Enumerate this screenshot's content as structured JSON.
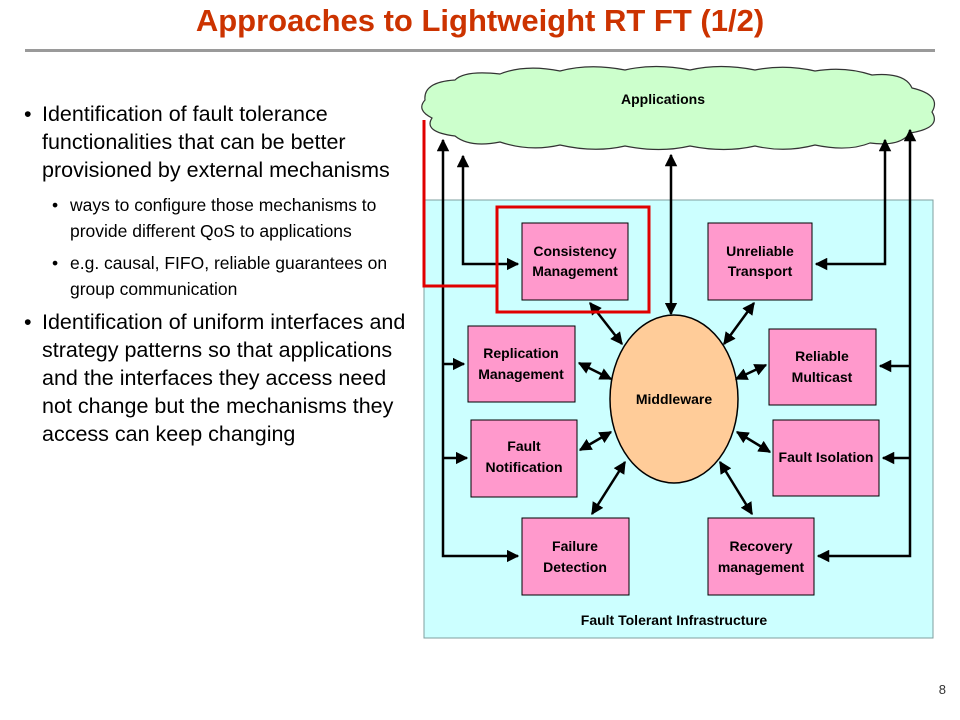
{
  "title": "Approaches to Lightweight RT FT (1/2)",
  "page_number": "8",
  "bullets": {
    "item1": "Identification of fault tolerance functionalities that can be better provisioned by external mechanisms",
    "sub1": "ways to configure those mechanisms to provide different QoS to applications",
    "sub2": "e.g. causal, FIFO, reliable guarantees on group communication",
    "item2": "Identification of uniform interfaces and strategy patterns so that applications and the interfaces they access need not change but the mechanisms they access can keep changing"
  },
  "diagram": {
    "applications": "Applications",
    "middleware": "Middleware",
    "infrastructure": "Fault Tolerant Infrastructure",
    "consistency": [
      "Consistency",
      "Management"
    ],
    "unreliable": [
      "Unreliable",
      "Transport"
    ],
    "replication": [
      "Replication",
      "Management"
    ],
    "reliable": [
      "Reliable",
      "Multicast"
    ],
    "fault_notification": [
      "Fault",
      "Notification"
    ],
    "fault_isolation": "Fault Isolation",
    "failure_detection": [
      "Failure",
      "Detection"
    ],
    "recovery": [
      "Recovery",
      "management"
    ]
  },
  "colors": {
    "title": "#cc3300",
    "cloud": "#ccffcc",
    "infrastructure": "#ccffff",
    "box": "#ff99cc",
    "middleware": "#ffcc99",
    "highlight": "#e00000"
  }
}
